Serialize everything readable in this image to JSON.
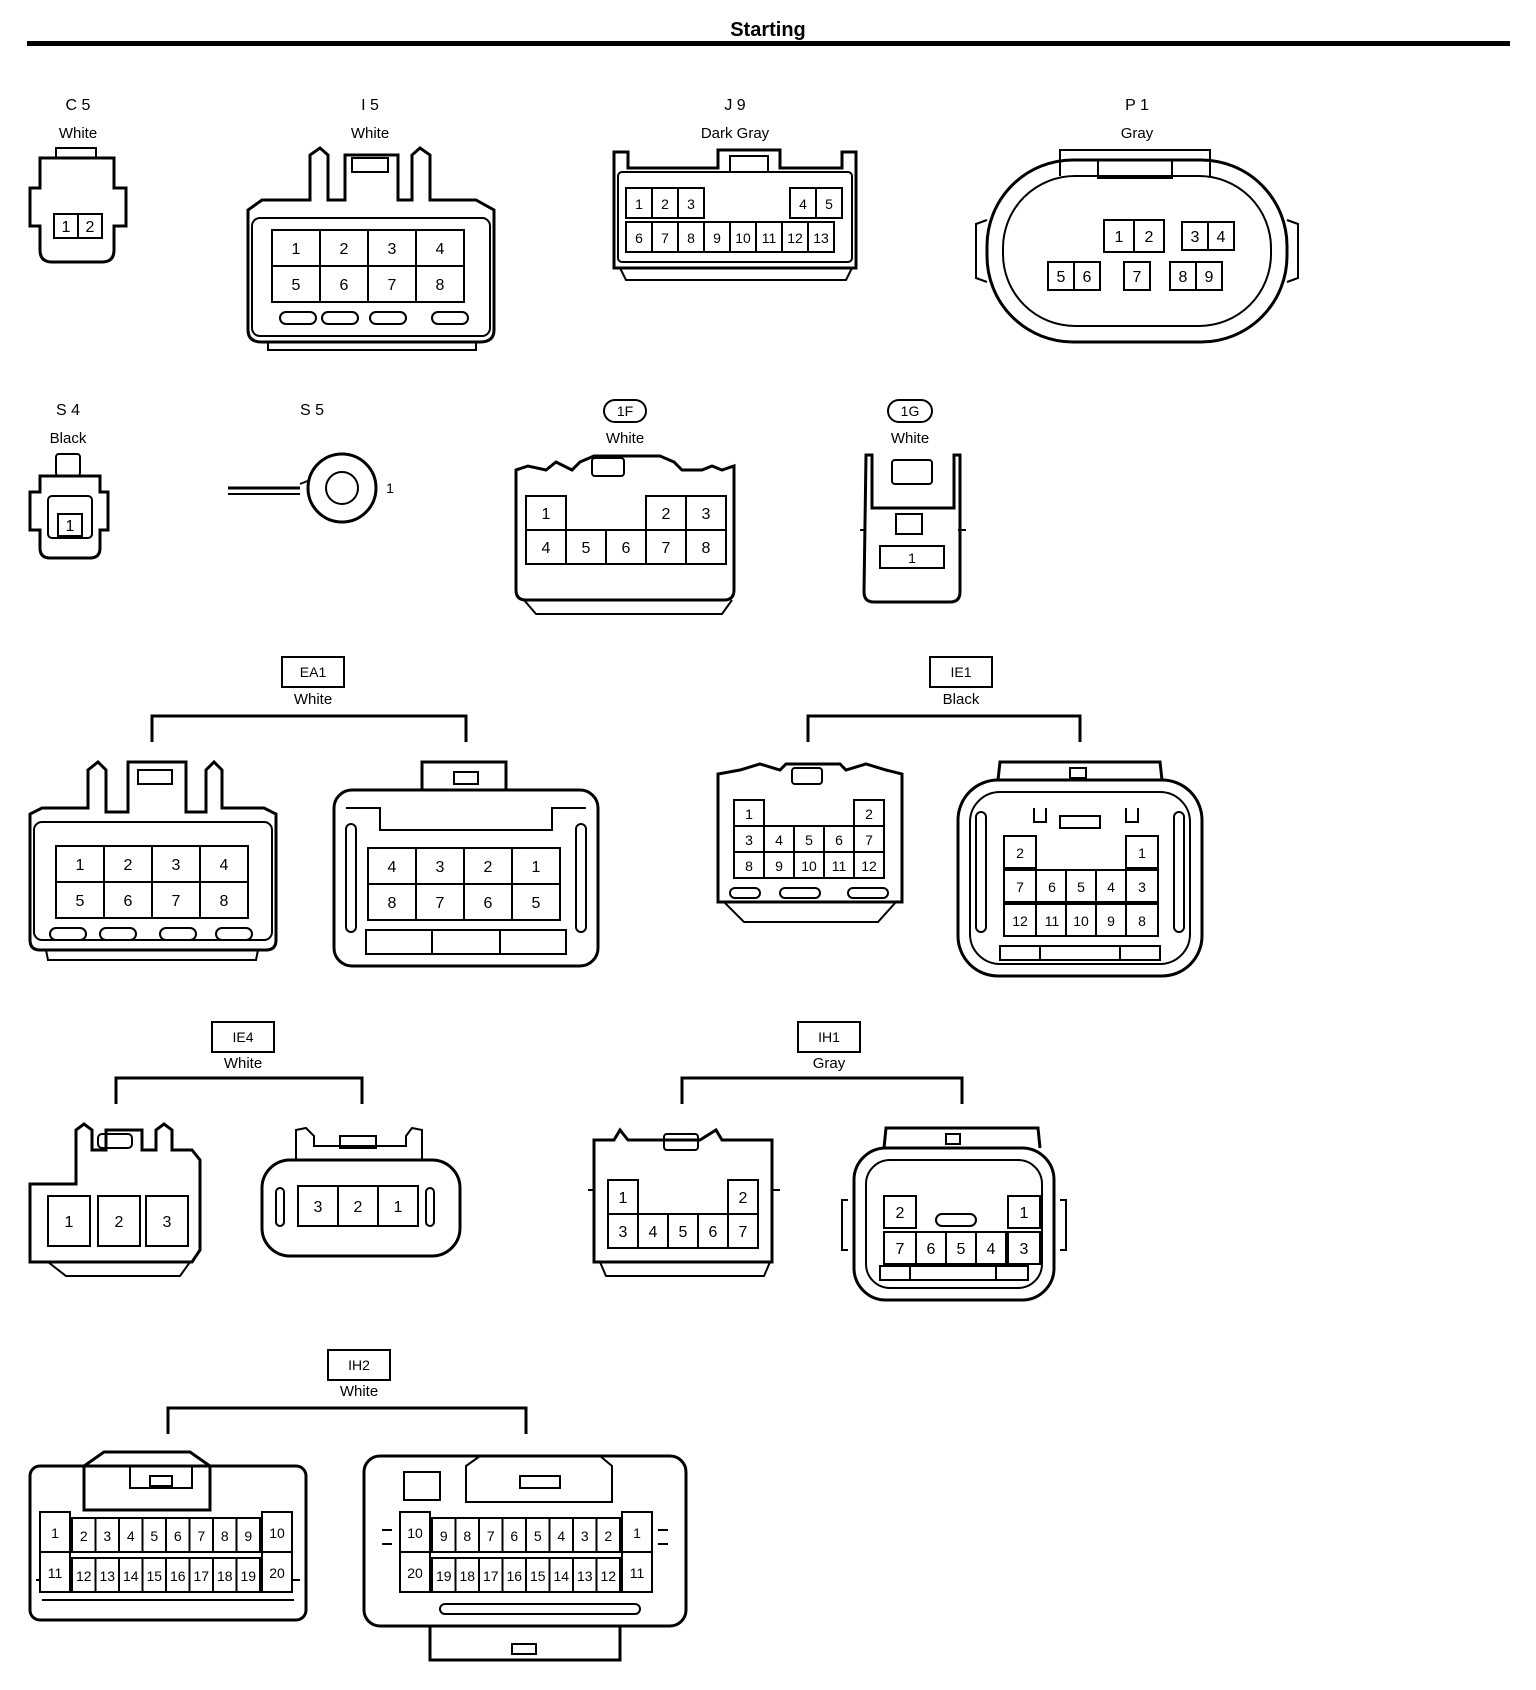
{
  "title": "Starting",
  "connectors": {
    "c5": {
      "code": "C 5",
      "color": "White"
    },
    "i5": {
      "code": "I 5",
      "color": "White"
    },
    "j9": {
      "code": "J 9",
      "color": "Dark Gray"
    },
    "p1": {
      "code": "P 1",
      "color": "Gray"
    },
    "s4": {
      "code": "S 4",
      "color": "Black"
    },
    "s5": {
      "code": "S 5",
      "color": "",
      "terminal": "1"
    },
    "f1": {
      "code": "1F",
      "color": "White"
    },
    "g1": {
      "code": "1G",
      "color": "White"
    },
    "ea1": {
      "code": "EA1",
      "color": "White"
    },
    "ie1": {
      "code": "IE1",
      "color": "Black"
    },
    "ie4": {
      "code": "IE4",
      "color": "White"
    },
    "ih1": {
      "code": "IH1",
      "color": "Gray"
    },
    "ih2": {
      "code": "IH2",
      "color": "White"
    }
  },
  "pins": {
    "c5": [
      "1",
      "2"
    ],
    "i5": [
      "1",
      "2",
      "3",
      "4",
      "5",
      "6",
      "7",
      "8"
    ],
    "j9": [
      "1",
      "2",
      "3",
      "4",
      "5",
      "6",
      "7",
      "8",
      "9",
      "10",
      "11",
      "12",
      "13"
    ],
    "p1": [
      "1",
      "2",
      "3",
      "4",
      "5",
      "6",
      "7",
      "8",
      "9"
    ],
    "s4": [
      "1"
    ],
    "f1": [
      "1",
      "2",
      "3",
      "4",
      "5",
      "6",
      "7",
      "8"
    ],
    "g1": [
      "1"
    ],
    "ea1_left": [
      "1",
      "2",
      "3",
      "4",
      "5",
      "6",
      "7",
      "8"
    ],
    "ea1_right": [
      "4",
      "3",
      "2",
      "1",
      "8",
      "7",
      "6",
      "5"
    ],
    "ie1_left": [
      "1",
      "2",
      "3",
      "4",
      "5",
      "6",
      "7",
      "8",
      "9",
      "10",
      "11",
      "12"
    ],
    "ie1_right": [
      "2",
      "1",
      "7",
      "6",
      "5",
      "4",
      "3",
      "12",
      "11",
      "10",
      "9",
      "8"
    ],
    "ie4_left": [
      "1",
      "2",
      "3"
    ],
    "ie4_right": [
      "3",
      "2",
      "1"
    ],
    "ih1_left": [
      "1",
      "2",
      "3",
      "4",
      "5",
      "6",
      "7"
    ],
    "ih1_right": [
      "2",
      "1",
      "7",
      "6",
      "5",
      "4",
      "3"
    ],
    "ih2_left": [
      "1",
      "2",
      "3",
      "4",
      "5",
      "6",
      "7",
      "8",
      "9",
      "10",
      "11",
      "12",
      "13",
      "14",
      "15",
      "16",
      "17",
      "18",
      "19",
      "20"
    ],
    "ih2_right": [
      "10",
      "9",
      "8",
      "7",
      "6",
      "5",
      "4",
      "3",
      "2",
      "1",
      "20",
      "19",
      "18",
      "17",
      "16",
      "15",
      "14",
      "13",
      "12",
      "11"
    ]
  }
}
